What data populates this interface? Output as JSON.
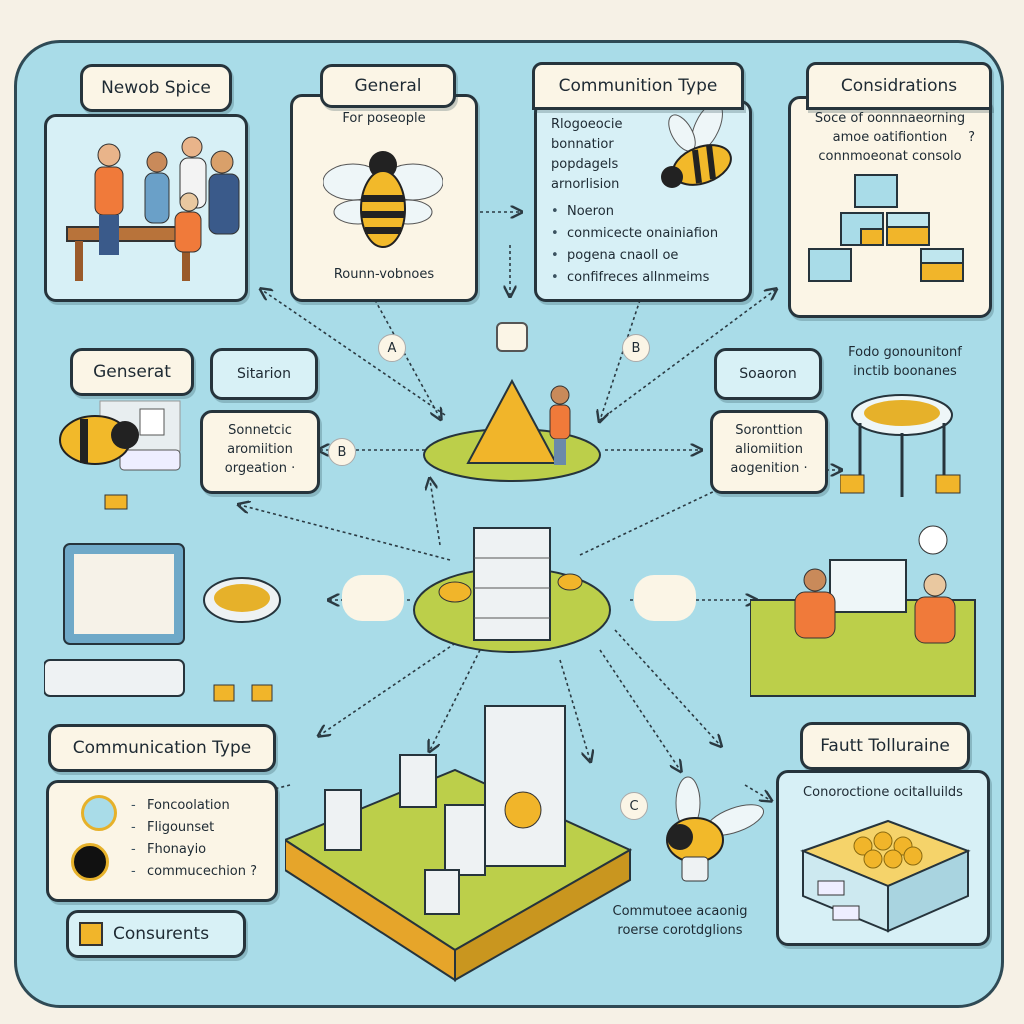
{
  "top": {
    "newob": {
      "label": "Newob Spice"
    },
    "general": {
      "label": "General",
      "subtitle": "For poseople",
      "caption": "Rounn-vobnoes"
    },
    "communition": {
      "label": "Communition Type",
      "lines": [
        "Rlogoeocie",
        "bonnatior",
        "popdagels",
        "arnorlision"
      ],
      "bullets": [
        "Noeron",
        "conmicecte onainiafion",
        "pogena cnaoll oe",
        "confifreces allnmeims"
      ]
    },
    "considerations": {
      "label": "Considrations",
      "lines": [
        "Soce of oonnnaeorning",
        "amoe oatifiontion",
        "connmoeonat consolo"
      ],
      "mark": "?"
    }
  },
  "middle": {
    "left": {
      "label": "Genserat",
      "tag": "Sitarion",
      "card": [
        "Sonnetcic",
        "aromiition",
        "orgeation ·"
      ],
      "badge": "B"
    },
    "right": {
      "label": "Soaoron",
      "card": [
        "Soronttion",
        "aliomiition",
        "aogenition ·"
      ],
      "note": [
        "Fodo gonounitonf",
        "inctib boonanes"
      ]
    },
    "badges": [
      "A",
      "B"
    ]
  },
  "bottom": {
    "comm_type": {
      "label": "Communication Type",
      "items": [
        "Foncoolation",
        "Fligounset",
        "Fhonayio",
        "commucechion ?"
      ]
    },
    "consurents": {
      "label": "Consurents"
    },
    "badge": "C",
    "bee_caption": [
      "Commutoee acaonig",
      "roerse corotdglions"
    ],
    "fault": {
      "label": "Fautt Tolluraine",
      "card": "Conoroctione ocitalluilds"
    }
  },
  "colors": {
    "panel": "#a9dce8",
    "card": "#fbf5e6",
    "honey": "#f1b52a",
    "grass": "#bccf4a",
    "outline": "#26343c"
  }
}
